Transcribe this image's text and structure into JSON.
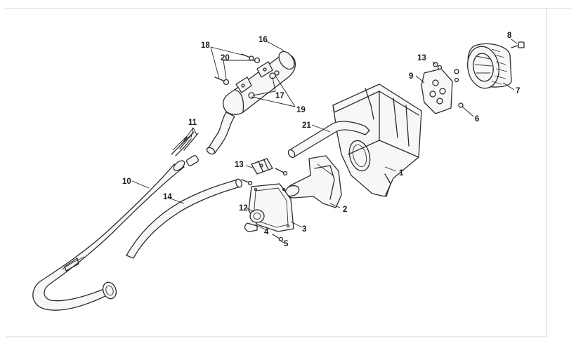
{
  "diagram": {
    "callouts": [
      {
        "id": "c1",
        "text": "1"
      },
      {
        "id": "c2",
        "text": "2"
      },
      {
        "id": "c3",
        "text": "3"
      },
      {
        "id": "c4",
        "text": "4"
      },
      {
        "id": "c5",
        "text": "5"
      },
      {
        "id": "c6",
        "text": "6"
      },
      {
        "id": "c7",
        "text": "7"
      },
      {
        "id": "c8",
        "text": "8"
      },
      {
        "id": "c9",
        "text": "9"
      },
      {
        "id": "c10",
        "text": "10"
      },
      {
        "id": "c11",
        "text": "11"
      },
      {
        "id": "c12",
        "text": "12"
      },
      {
        "id": "c13a",
        "text": "13"
      },
      {
        "id": "c13b",
        "text": "13"
      },
      {
        "id": "c14",
        "text": "14"
      },
      {
        "id": "c16",
        "text": "16"
      },
      {
        "id": "c17",
        "text": "17"
      },
      {
        "id": "c18",
        "text": "18"
      },
      {
        "id": "c19",
        "text": "19"
      },
      {
        "id": "c20",
        "text": "20"
      },
      {
        "id": "c21",
        "text": "21"
      }
    ]
  }
}
